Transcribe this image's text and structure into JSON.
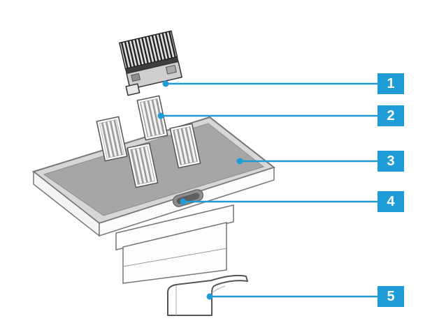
{
  "diagram": {
    "background_color": "#ffffff",
    "accent_color": "#1f9cd6",
    "callouts": [
      {
        "label": "1"
      },
      {
        "label": "2"
      },
      {
        "label": "3"
      },
      {
        "label": "4"
      },
      {
        "label": "5"
      }
    ]
  }
}
